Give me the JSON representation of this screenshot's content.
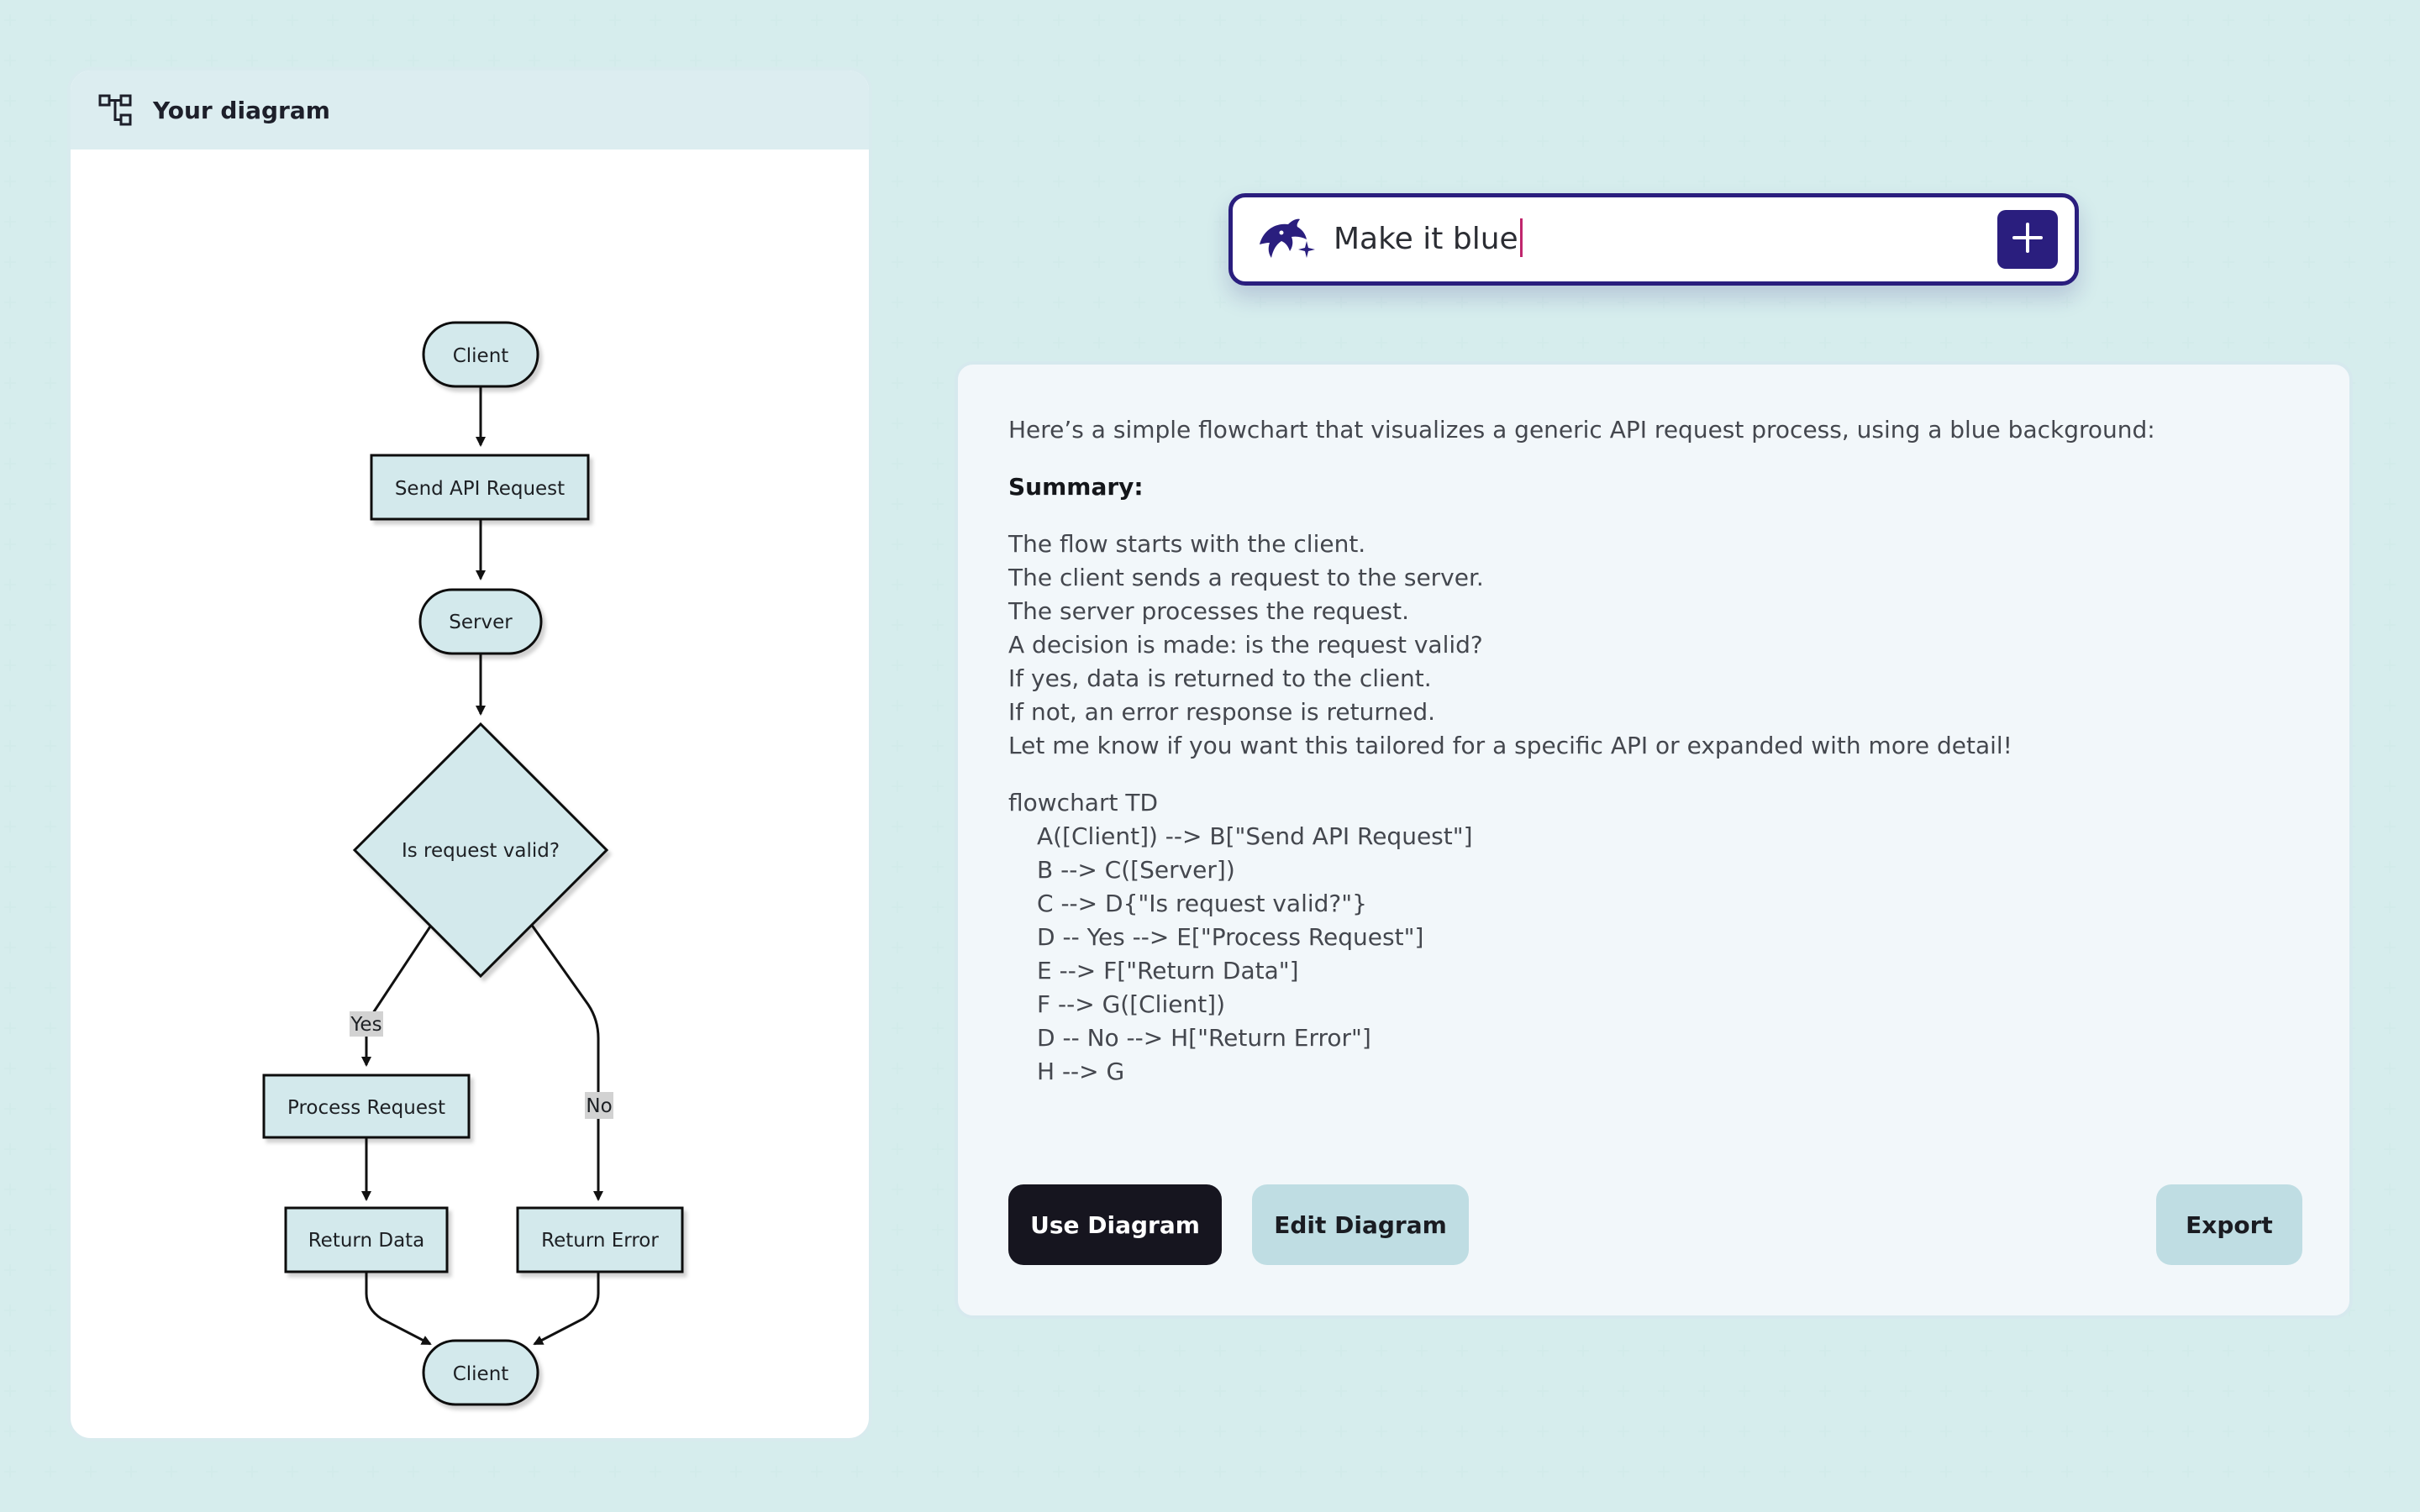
{
  "diagram_panel": {
    "title": "Your diagram",
    "nodes": {
      "client_top": "Client",
      "send_api": "Send API Request",
      "server": "Server",
      "decision": "Is request valid?",
      "process": "Process Request",
      "return_data": "Return Data",
      "return_error": "Return Error",
      "client_bottom": "Client"
    },
    "edge_labels": {
      "yes": "Yes",
      "no": "No"
    }
  },
  "prompt": {
    "value": "Make it blue",
    "icon": "dolphin-sparkle-icon",
    "submit_icon": "plus-icon"
  },
  "response": {
    "intro": "Here’s a simple flowchart that visualizes a generic API request process, using a blue background:",
    "summary_heading": "Summary:",
    "summary_lines": [
      "The flow starts with the client.",
      "The client sends a request to the server.",
      "The server processes the request.",
      "A decision is made: is the request valid?",
      "If yes, data is returned to the client.",
      "If not, an error response is returned.",
      "Let me know if you want this tailored for a specific API or expanded with more detail!"
    ],
    "code_lines": [
      "flowchart TD",
      "A([Client]) --> B[\"Send API Request\"]",
      "B --> C([Server])",
      "C --> D{\"Is request valid?\"}",
      "D -- Yes --> E[\"Process Request\"]",
      "E --> F[\"Return Data\"]",
      "F --> G([Client])",
      "D -- No --> H[\"Return Error\"]",
      "H --> G"
    ],
    "buttons": {
      "use": "Use Diagram",
      "edit": "Edit Diagram",
      "export": "Export"
    }
  },
  "colors": {
    "accent": "#2a1e7e",
    "node_fill": "#d3e9ec",
    "header_bg": "#dcedf0",
    "dark_button": "#16151f",
    "light_button": "#bfdde3"
  }
}
